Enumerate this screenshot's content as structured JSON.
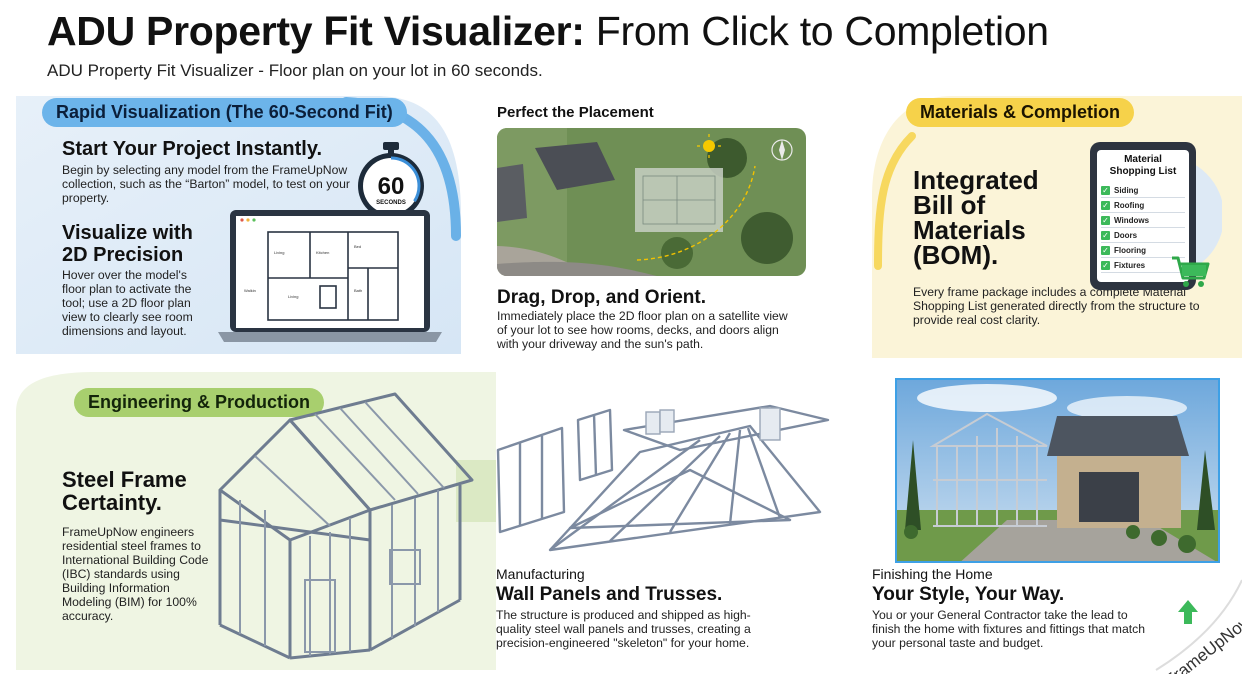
{
  "header": {
    "title_bold": "ADU Property Fit Visualizer:",
    "title_light": " From Click to Completion",
    "subtitle": "ADU Property Fit Visualizer - Floor plan on your lot in 60 seconds."
  },
  "rapid": {
    "pill": "Rapid Visualization (The 60-Second Fit)",
    "heading1": "Start Your Project Instantly.",
    "body1": "Begin by selecting any model from the FrameUpNow collection, such as the “Barton” model, to test on your property.",
    "heading2_line1": "Visualize with",
    "heading2_line2": "2D Precision",
    "body2": "Hover over the model's floor plan to activate the tool; use a 2D floor plan view to clearly see room dimensions and layout.",
    "timer_number": "60",
    "timer_unit": "SECONDS"
  },
  "placement": {
    "label": "Perfect the Placement",
    "heading": "Drag, Drop, and Orient.",
    "body": "Immediately place the 2D floor plan on a satellite view of your lot to see how rooms, decks, and doors align with your driveway and the sun's path."
  },
  "materials": {
    "pill": "Materials & Completion",
    "heading_line1": "Integrated",
    "heading_line2": "Bill of",
    "heading_line3": "Materials",
    "heading_line4": "(BOM).",
    "body": "Every frame package includes a complete Material Shopping List generated directly from the structure to provide real cost clarity.",
    "list_title_line1": "Material",
    "list_title_line2": "Shopping List",
    "list_items": [
      "Siding",
      "Roofing",
      "Windows",
      "Doors",
      "Flooring",
      "Fixtures"
    ]
  },
  "engineering": {
    "pill": "Engineering & Production",
    "heading_line1": "Steel Frame",
    "heading_line2": "Certainty.",
    "body": "FrameUpNow engineers residential steel frames to International Building Code (IBC) standards using Building Information Modeling (BIM) for 100% accuracy."
  },
  "manufacturing": {
    "label": "Manufacturing",
    "heading": "Wall Panels and Trusses.",
    "body": "The structure is produced and shipped as high-quality steel wall panels and trusses, creating a precision-engineered \"skeleton\" for your home."
  },
  "finishing": {
    "label": "Finishing the Home",
    "heading": "Your Style, Your Way.",
    "body": "You or your General Contractor take the lead to finish the home with fixtures and fittings that match your personal taste and budget."
  },
  "brand": {
    "logo_text": "FrameUpNow"
  },
  "colors": {
    "blue_pill": "#6cb4ea",
    "yellow_pill": "#f6d24a",
    "green_pill": "#a8cf6e",
    "blue_bg": "#dbe9f6",
    "yellow_bg": "#fbf4d8",
    "green_bg": "#eef5e0"
  }
}
